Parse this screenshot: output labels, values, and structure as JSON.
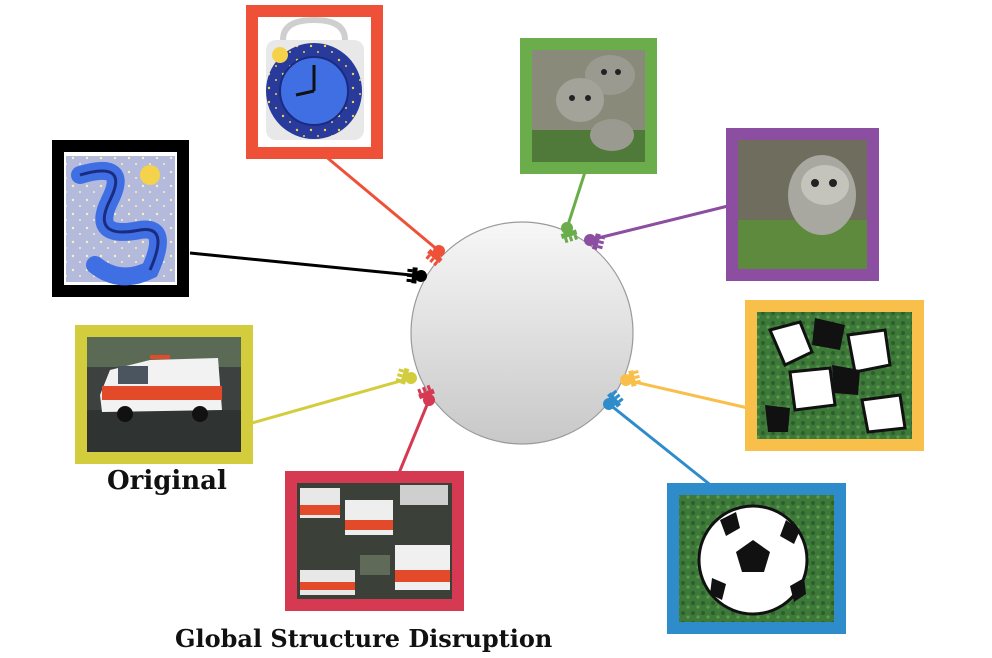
{
  "hub": {
    "gradient_top": "#f7f7f7",
    "gradient_bottom": "#c8c8c8"
  },
  "frames": [
    {
      "id": "clock",
      "content": "alarm clock image",
      "color": "#ee5138"
    },
    {
      "id": "clock-distorted",
      "content": "swirled alarm clock image",
      "color": "#000000"
    },
    {
      "id": "owls-distorted",
      "content": "stylized owls image",
      "color": "#6bad4a"
    },
    {
      "id": "owl",
      "content": "owl image",
      "color": "#8b4ea0"
    },
    {
      "id": "soccer-distorted",
      "content": "fragmented soccer ball image",
      "color": "#f8c04a"
    },
    {
      "id": "soccer",
      "content": "soccer ball image",
      "color": "#2f8ccb"
    },
    {
      "id": "van-shuffled",
      "content": "shuffled van patches image",
      "color": "#d53a52"
    },
    {
      "id": "van-original",
      "content": "red and white van image",
      "color": "#d3cd3e"
    }
  ],
  "captions": {
    "original": "Original",
    "global": "Global Structure Disruption"
  }
}
